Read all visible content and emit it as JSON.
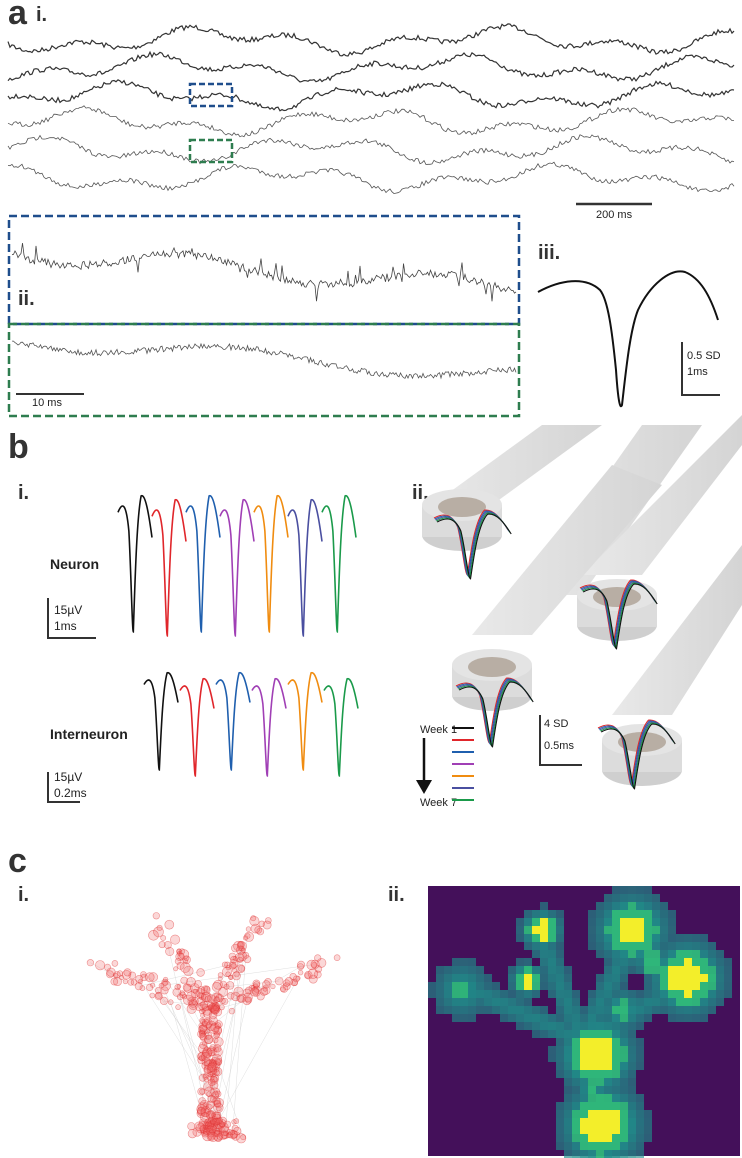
{
  "panel_a": {
    "letter": "a",
    "sub_i": "i.",
    "sub_ii": "ii.",
    "sub_iii": "iii.",
    "scale_raw": "200 ms",
    "scale_zoom": "10 ms",
    "scale_spike_amp": "0.5 SD",
    "scale_spike_time": "1ms",
    "colors": {
      "blue_box": "#1f4e8c",
      "green_box": "#2e7d4f"
    }
  },
  "panel_b": {
    "letter": "b",
    "sub_i": "i.",
    "sub_ii": "ii.",
    "neuron_label": "Neuron",
    "interneuron_label": "Interneuron",
    "neuron_scale_amp": "15µV",
    "neuron_scale_time": "1ms",
    "interneuron_scale_amp": "15µV",
    "interneuron_scale_time": "0.2ms",
    "electrode_scale_amp": "4 SD",
    "electrode_scale_time": "0.5ms",
    "legend_start": "Week 1",
    "legend_end": "Week 7",
    "week_colors": [
      "#111111",
      "#e0262b",
      "#1f5fae",
      "#a03fb5",
      "#f08c10",
      "#4a4fa0",
      "#1a9a4a"
    ]
  },
  "panel_c": {
    "letter": "c",
    "sub_i": "i.",
    "sub_ii": "ii.",
    "heatmap_colors": {
      "bg": "#44105a",
      "low": "#1f8f8a",
      "mid": "#2fb67a",
      "high": "#f3ee2a"
    }
  }
}
